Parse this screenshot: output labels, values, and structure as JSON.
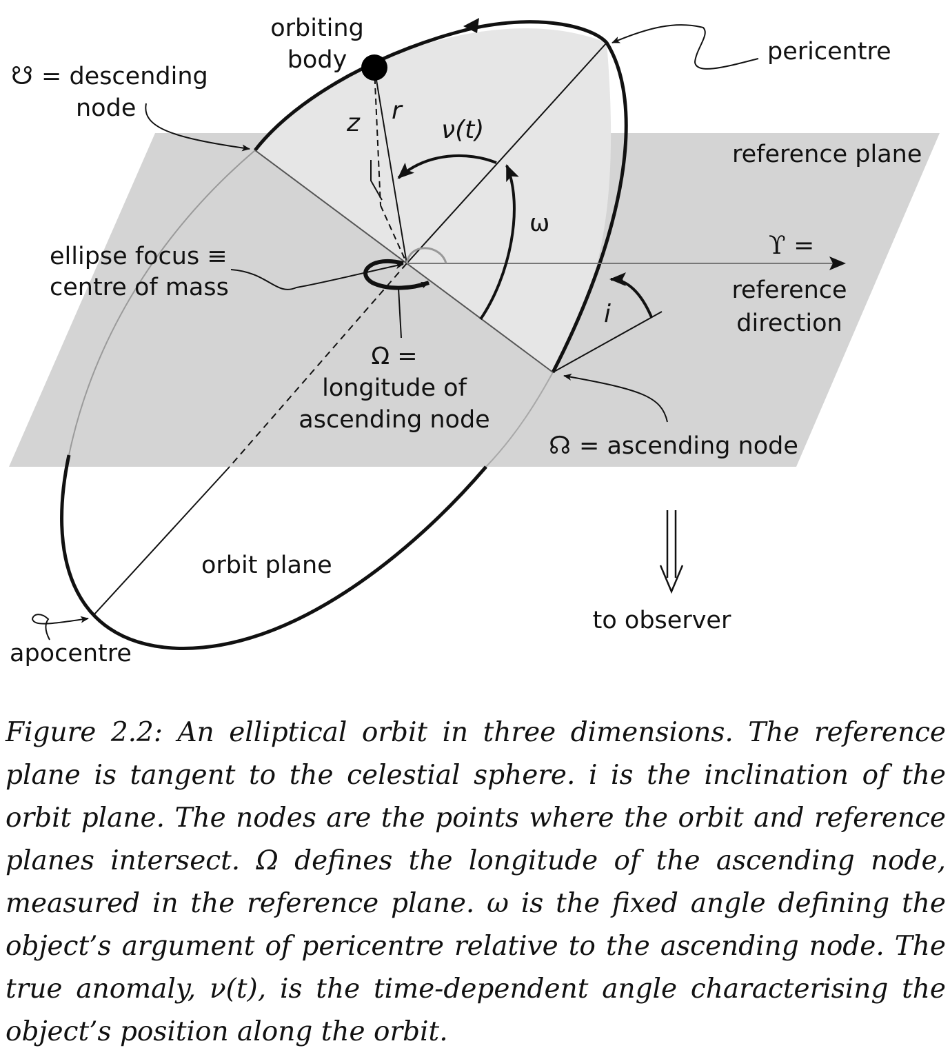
{
  "labels": {
    "orbiting_body": [
      "orbiting",
      "body"
    ],
    "descending_node_symbol": "☋",
    "descending_node": [
      "= descending",
      "node"
    ],
    "pericentre": "pericentre",
    "reference_plane": "reference plane",
    "z": "z",
    "r": "r",
    "nu_t": "ν(t)",
    "omega": "ω",
    "aries_symbol": "ϒ =",
    "reference_direction": [
      "reference",
      "direction"
    ],
    "ellipse_focus": [
      "ellipse focus ≡",
      "centre of mass"
    ],
    "i": "i",
    "Omega_def": [
      "Ω =",
      "longitude of",
      "ascending node"
    ],
    "ascending_node_symbol": "☊",
    "ascending_node": "= ascending node",
    "orbit_plane": "orbit plane",
    "to_observer": "to observer",
    "apocentre": "apocentre"
  },
  "caption": "Figure 2.2: An elliptical orbit in three dimensions. The reference plane is tangent to the celestial sphere. i is the inclination of the orbit plane. The nodes are the points where the orbit and reference planes intersect. Ω defines the longitude of the ascending node, measured in the reference plane. ω is the fixed angle defining the object’s argument of pericentre relative to the ascending node. The true anomaly, ν(t), is the time-dependent angle characterising the object’s position along the orbit.",
  "colors": {
    "reference_plane": "#d4d4d4",
    "orbit_plane_upper": "#e6e6e6",
    "ink": "#111111"
  }
}
